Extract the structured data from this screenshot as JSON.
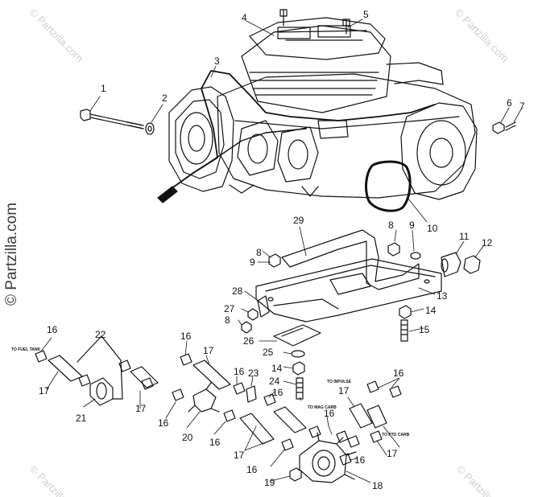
{
  "watermark": {
    "text": "© Partzilla.com",
    "color": "#c8c8c8"
  },
  "callouts": [
    "1",
    "2",
    "3",
    "4",
    "5",
    "6",
    "7",
    "8",
    "9",
    "10",
    "11",
    "12",
    "13",
    "14",
    "15",
    "16",
    "17",
    "19",
    "20",
    "21",
    "22",
    "23",
    "24",
    "25",
    "26",
    "27",
    "28",
    "29",
    "18"
  ],
  "notes": {
    "fuel_tank": "TO FUEL TANK",
    "inpulse": "TO INPULSE",
    "mag_carb": "TO MAG CARB",
    "pto_carb": "TO PTO CARB"
  }
}
